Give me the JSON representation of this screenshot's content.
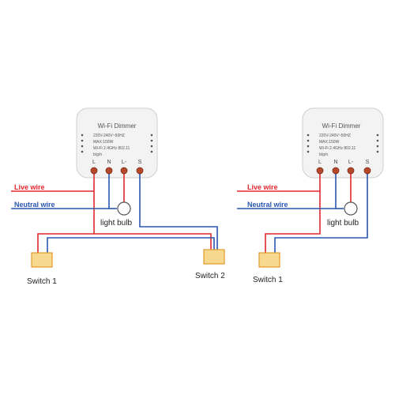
{
  "diagrams": [
    {
      "module": {
        "title": "Wi-Fi  Dimmer",
        "spec_voltage": "220V-240V~50HZ",
        "spec_power": "MAX:150W",
        "spec_wifi": "Wi-Fi 2.4GHz 802.11",
        "spec_standard": "b/g/n",
        "terminals": [
          "L",
          "N",
          "L-",
          "S"
        ]
      },
      "live_label": "Live wire",
      "neutral_label": "Neutral wire",
      "bulb_label": "light bulb",
      "switch1_label": "Switch 1",
      "switch2_label": "Switch 2"
    },
    {
      "module": {
        "title": "Wi-Fi  Dimmer",
        "spec_voltage": "220V-240V~50HZ",
        "spec_power": "MAX:150W",
        "spec_wifi": "Wi-Fi 2.4GHz 802.11",
        "spec_standard": "b/g/n",
        "terminals": [
          "L",
          "N",
          "L-",
          "S"
        ]
      },
      "live_label": "Live wire",
      "neutral_label": "Neutral wire",
      "bulb_label": "light bulb",
      "switch1_label": "Switch 1"
    }
  ],
  "colors": {
    "live": "#e0282c",
    "neutral": "#2a56b0",
    "switch_fill": "#f6d98e",
    "switch_stroke": "#e39a2c",
    "terminal": "#b5482a",
    "module_fill": "#f3f3f3",
    "module_stroke": "#cfcfcf"
  }
}
